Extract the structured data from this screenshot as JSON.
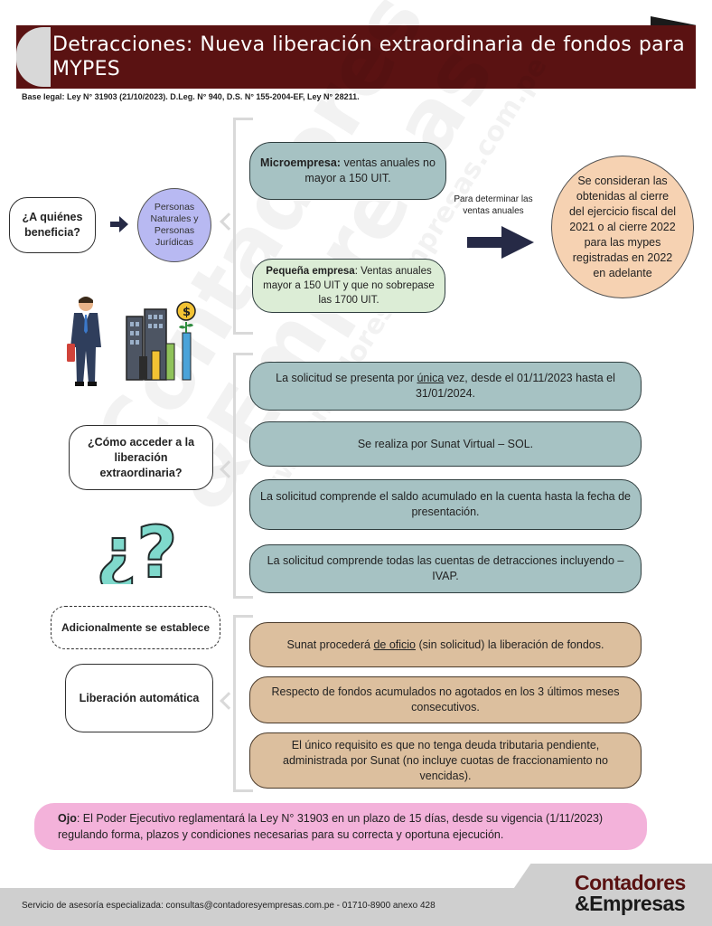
{
  "header": {
    "title": "Detracciones: Nueva liberación extraordinaria de fondos para MYPES",
    "base_legal": "Base legal: Ley N° 31903 (21/10/2023). D.Leg. N° 940, D.S. N° 155-2004-EF, Ley N° 28211."
  },
  "watermark": {
    "line1": "Contadores",
    "line2": "&Empresas",
    "line3": "www.contadoresyempresas.com.pe"
  },
  "section1": {
    "question": "¿A quiénes beneficia?",
    "persons": "Personas Naturales y Personas Jurídicas",
    "micro_bold": "Microempresa:",
    "micro_text": " ventas anuales no mayor a 150 UIT.",
    "pequena_bold": "Pequeña empresa",
    "pequena_text": ":  Ventas anuales mayor a 150 UIT y que no sobrepase las 1700 UIT.",
    "note": "Para determinar las ventas anuales",
    "circle": "Se consideran las obtenidas al cierre del ejercicio fiscal del 2021 o al cierre 2022 para las mypes registradas en 2022 en adelante"
  },
  "section2": {
    "question": "¿Cómo acceder a la liberación extraordinaria?",
    "items": [
      {
        "pre": "La solicitud se presenta por ",
        "u": "única",
        "post": " vez, desde el 01/11/2023 hasta el 31/01/2024."
      },
      {
        "pre": "Se realiza por Sunat Virtual – SOL.",
        "u": "",
        "post": ""
      },
      {
        "pre": "La solicitud comprende el saldo acumulado en la cuenta hasta la fecha de presentación.",
        "u": "",
        "post": ""
      },
      {
        "pre": "La solicitud comprende todas las cuentas de detracciones incluyendo – IVAP.",
        "u": "",
        "post": ""
      }
    ]
  },
  "section3": {
    "additional": "Adicionalmente se establece",
    "label": "Liberación automática",
    "items": [
      {
        "pre": "Sunat procederá ",
        "u": "de oficio",
        "post": " (sin solicitud) la liberación de fondos."
      },
      {
        "pre": "Respecto de fondos acumulados no agotados en los 3 últimos meses consecutivos.",
        "u": "",
        "post": ""
      },
      {
        "pre": "El único requisito es que no tenga deuda tributaria pendiente, administrada por Sunat (no incluye cuotas de fraccionamiento no vencidas).",
        "u": "",
        "post": ""
      }
    ]
  },
  "ojo": {
    "bold": "Ojo",
    "text": ": El Poder Ejecutivo reglamentará la Ley N° 31903 en un plazo de 15 días, desde su vigencia (1/11/2023) regulando forma, plazos y condiciones necesarias para su correcta y oportuna ejecución."
  },
  "footer": {
    "contact": "Servicio de asesoría especializada: consultas@contadoresyempresas.com.pe - 01710-8900 anexo 428",
    "brand_line1": "Contadores",
    "brand_line2": "&Empresas"
  },
  "colors": {
    "header": "#5a1212",
    "teal_box": "#a6c2c3",
    "green_box": "#dcedd6",
    "tan_box": "#dcbf9e",
    "lilac": "#b8b9f2",
    "peach": "#f6d2b2",
    "pink": "#f3b2da",
    "arrow": "#262a46"
  },
  "icons": [
    "businessman-icon",
    "growth-chart-icon",
    "question-marks-icon",
    "right-arrow-icon"
  ]
}
